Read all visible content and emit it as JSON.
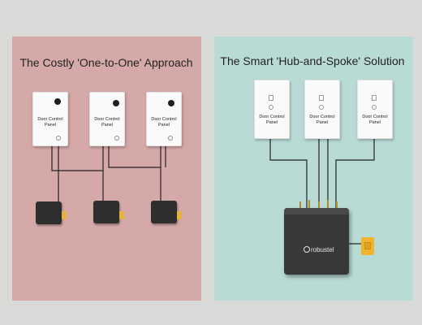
{
  "left": {
    "title": "The Costly 'One-to-One' Approach",
    "panel_label_line1": "Door Control",
    "panel_label_line2": "Panel",
    "bg_color": "#d5a9a8"
  },
  "right": {
    "title": "The Smart 'Hub-and-Spoke' Solution",
    "panel_label_line1": "Door Control",
    "panel_label_line2": "Panel",
    "bg_color": "#b9dbd5",
    "hub_logo": "robustel"
  },
  "colors": {
    "modem": "#2e2e2e",
    "sim": "#f2b42e",
    "wire": "#222222"
  },
  "icons": [
    "camera-icon",
    "button-icon",
    "antenna-icon",
    "sim-card-icon"
  ]
}
